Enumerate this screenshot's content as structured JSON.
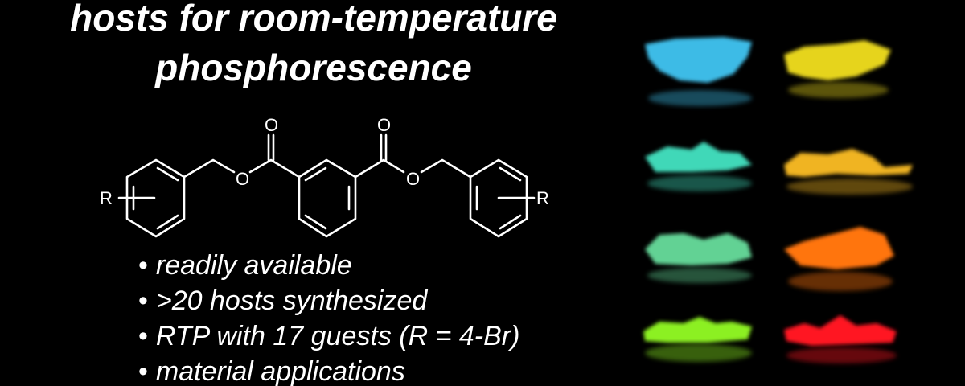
{
  "title": {
    "line1": "hosts for room-temperature",
    "line2": "phosphorescence"
  },
  "structure": {
    "substituent_left": "R",
    "substituent_right": "R",
    "carbonyl_o_left": "O",
    "carbonyl_o_right": "O",
    "ester_o_left": "O",
    "ester_o_right": "O"
  },
  "bullets": [
    "readily available",
    ">20 hosts synthesized",
    "RTP with 17 guests (R = 4-Br)",
    "material applications"
  ],
  "bullet_symbol": "•",
  "samples": [
    {
      "color": "#3cbbe6"
    },
    {
      "color": "#e6d41e"
    },
    {
      "color": "#3fd8b8"
    },
    {
      "color": "#f0b424"
    },
    {
      "color": "#62d294"
    },
    {
      "color": "#ff7410"
    },
    {
      "color": "#8cf020"
    },
    {
      "color": "#ff1424"
    }
  ]
}
